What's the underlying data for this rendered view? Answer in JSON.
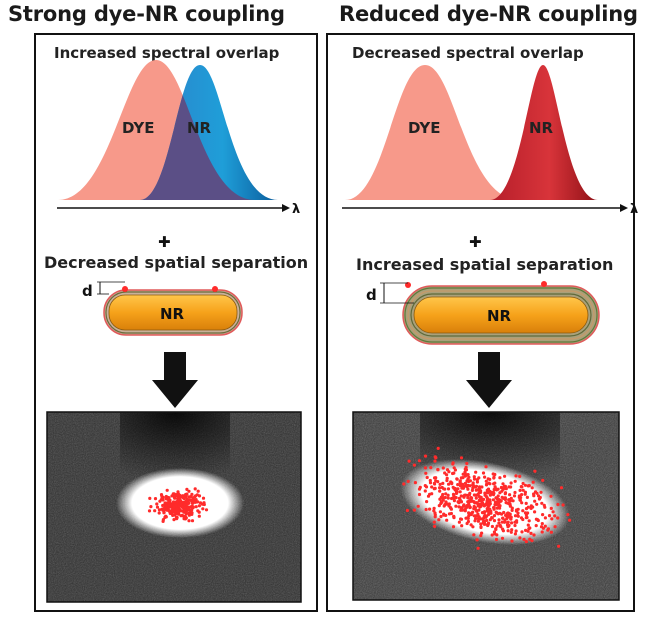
{
  "left": {
    "title": "Strong dye-NR coupling",
    "overlap_label": "Increased spectral overlap",
    "separation_label": "Decreased spatial separation"
  },
  "right": {
    "title": "Reduced dye-NR coupling",
    "overlap_label": "Decreased spectral overlap",
    "separation_label": "Increased spatial separation"
  },
  "labels": {
    "dye": "DYE",
    "nr": "NR",
    "lambda": "λ",
    "distance": "d",
    "plus": "✚"
  },
  "colors": {
    "dye": "#f7998a",
    "nr_left": "#2a8fd0",
    "nr_right": "#c6242c",
    "overlap": "#5b4f86",
    "rod": "#f6a21a",
    "dots": "#ff2b2b"
  }
}
